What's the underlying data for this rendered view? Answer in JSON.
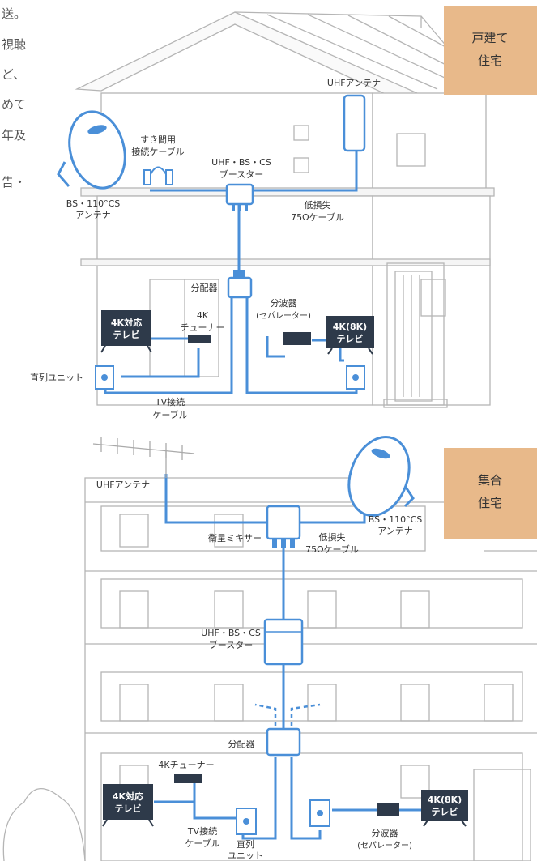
{
  "side_text": [
    "送。",
    "視聴",
    "ど、",
    "めて",
    "年及",
    "告・"
  ],
  "house": {
    "tag": [
      "戸建て",
      "住宅"
    ],
    "uhf_antenna": "UHFアンテナ",
    "gap_cable": [
      "すき間用",
      "接続ケーブル"
    ],
    "booster": [
      "UHF・BS・CS",
      "ブースター"
    ],
    "bs_antenna": [
      "BS・110°CS",
      "アンテナ"
    ],
    "low_loss_cable": [
      "低損失",
      "75Ωケーブル"
    ],
    "splitter": "分配器",
    "tv4k": [
      "4K対応",
      "テレビ"
    ],
    "tuner": [
      "4K",
      "チューナー"
    ],
    "separator": [
      "分波器",
      "(セパレーター)"
    ],
    "tv8k": [
      "4K(8K)",
      "テレビ"
    ],
    "series_unit": "直列ユニット",
    "tv_cable": [
      "TV接続",
      "ケーブル"
    ]
  },
  "apartment": {
    "tag": [
      "集合",
      "住宅"
    ],
    "uhf_antenna": "UHFアンテナ",
    "bs_antenna": [
      "BS・110°CS",
      "アンテナ"
    ],
    "mixer": "衛星ミキサー",
    "low_loss_cable": [
      "低損失",
      "75Ωケーブル"
    ],
    "booster": [
      "UHF・BS・CS",
      "ブースター"
    ],
    "splitter": "分配器",
    "tuner": "4Kチューナー",
    "tv4k": [
      "4K対応",
      "テレビ"
    ],
    "tv_cable": [
      "TV接続",
      "ケーブル"
    ],
    "series_unit": [
      "直列",
      "ユニット"
    ],
    "separator": [
      "分波器",
      "(セパレーター)"
    ],
    "tv8k": [
      "4K(8K)",
      "テレビ"
    ]
  },
  "colors": {
    "cable": "#4a8fd8",
    "tag_bg": "#e8b98a",
    "tv_bg": "#2e3a4a",
    "line": "#b5b5b5"
  }
}
